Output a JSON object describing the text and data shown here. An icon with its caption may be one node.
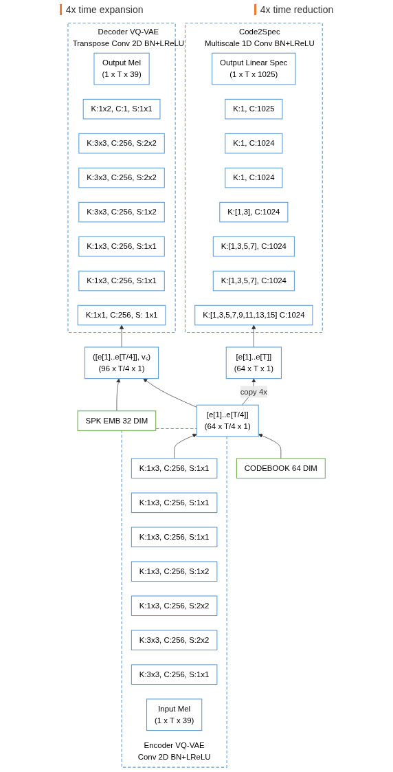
{
  "diagram": {
    "nodes": [
      {
        "text": [
          "Decoder VQ-VAE",
          "Transpose Conv 2D BN+LReLU"
        ]
      },
      {
        "text": [
          "Output Mel",
          "(1 x T x 39)"
        ],
        "in": 0
      },
      {
        "text": [
          "K:1x2, C:1, S:1x1"
        ],
        "in": 0
      },
      {
        "text": [
          "K:3x3, C:256, S:2x2"
        ],
        "in": 0
      },
      {
        "text": [
          "K:3x3, C:256, S:2x2"
        ],
        "in": 0
      },
      {
        "text": [
          "K:3x3, C:256, S:1x2"
        ],
        "in": 0
      },
      {
        "text": [
          "K:1x3, C:256, S:1x1"
        ],
        "in": 0
      },
      {
        "text": [
          "K:1x3, C:256, S:1x1"
        ],
        "in": 0
      },
      {
        "text": [
          "K:1x1, C:256, S: 1x1"
        ],
        "in": 0
      },
      {
        "text": [
          "Code2Spec",
          "Multiscale 1D Conv BN+LReLU"
        ]
      },
      {
        "text": [
          "Output Linear Spec",
          "(1 x T x 1025)"
        ],
        "in": 9
      },
      {
        "text": [
          "K:1, C:1025"
        ],
        "in": 9
      },
      {
        "text": [
          "K:1, C:1024"
        ],
        "in": 9
      },
      {
        "text": [
          "K:1, C:1024"
        ],
        "in": 9
      },
      {
        "text": [
          "K:[1,3], C:1024"
        ],
        "in": 9
      },
      {
        "text": [
          "K:[1,3,5,7], C:1024"
        ],
        "in": 9
      },
      {
        "text": [
          "K:[1,3,5,7], C:1024"
        ],
        "in": 9
      },
      {
        "text": [
          "K:[1,3,5,7,9,11,13,15] C:1024"
        ],
        "in": 9
      },
      {
        "text": [
          "([e[1]..e[T/4]], vₛ)",
          "(96 x T/4 x 1)"
        ]
      },
      {
        "text": [
          "[e[1]..e[T]]",
          "(64 x T x 1)"
        ]
      },
      {
        "text": [
          "SPK EMB 32 DIM"
        ]
      },
      {
        "text": [
          "[e[1]..e[T/4]]",
          "(64 x T/4 x 1)"
        ]
      },
      {
        "text": [
          "CODEBOOK 64 DIM"
        ]
      },
      {
        "text": [
          "Encoder VQ-VAE",
          "Conv 2D BN+LReLU"
        ]
      },
      {
        "text": [
          "K:1x3, C:256, S:1x1"
        ],
        "in": 23
      },
      {
        "text": [
          "K:1x3, C:256, S:1x1"
        ],
        "in": 23
      },
      {
        "text": [
          "K:1x3, C:256, S:1x1"
        ],
        "in": 23
      },
      {
        "text": [
          "K:1x3, C:256, S:1x2"
        ],
        "in": 23
      },
      {
        "text": [
          "K:1x3, C:256, S:2x2"
        ],
        "in": 23
      },
      {
        "text": [
          "K:3x3, C:256, S:2x2"
        ],
        "in": 23
      },
      {
        "text": [
          "K:3x3, C:256, S:1x1"
        ],
        "in": 23
      },
      {
        "text": [
          "Input Mel",
          "(1 x T x 39)"
        ],
        "in": 23
      }
    ],
    "edges": [
      {
        "from": 18,
        "to": 8,
        "arrow": "to"
      },
      {
        "from": 19,
        "to": 17,
        "arrow": "to"
      },
      {
        "from": 20,
        "to": 18,
        "arrow": "to"
      },
      {
        "from": 21,
        "to": 18,
        "arrow": "to"
      },
      {
        "from": 21,
        "to": 19,
        "label": "copy 4x",
        "arrow": "to"
      },
      {
        "from": 22,
        "to": 21,
        "arrow": "to"
      },
      {
        "from": 24,
        "to": 21,
        "arrow": "to"
      }
    ],
    "labels": [
      "4x time expansion",
      "4x time reduction"
    ]
  }
}
